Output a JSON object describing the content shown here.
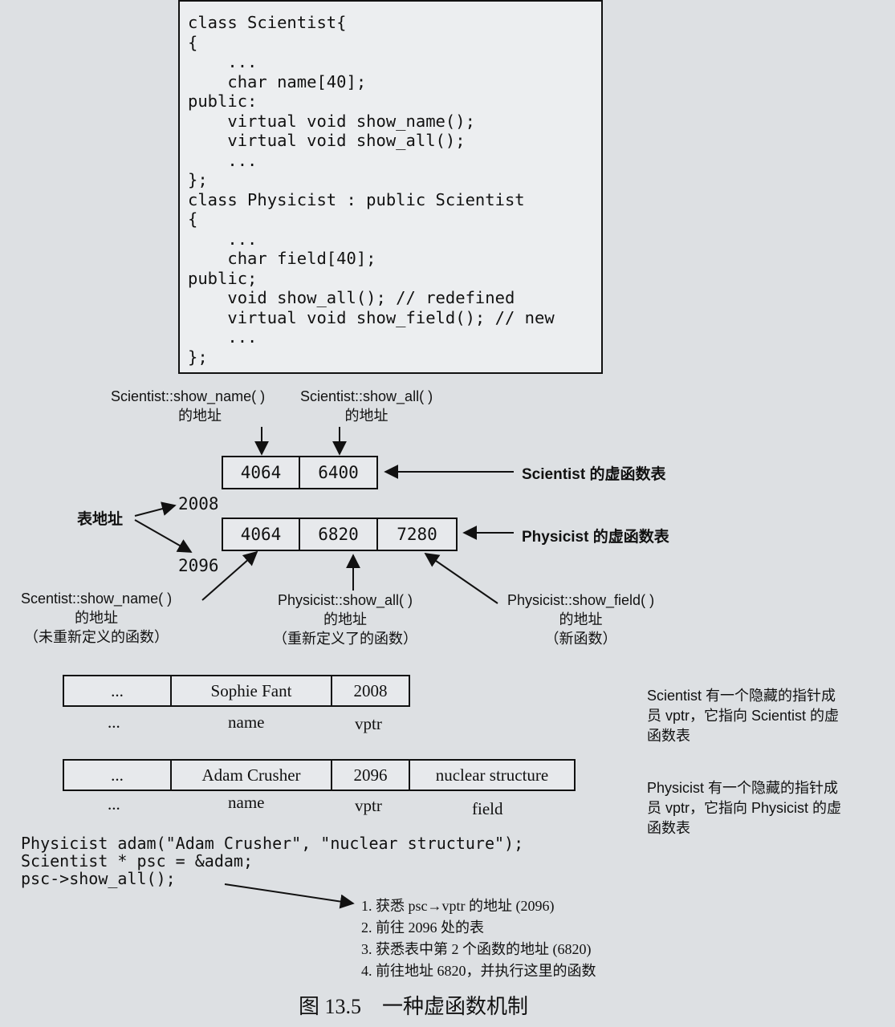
{
  "code_top": {
    "lines": [
      "class Scientist{",
      "{",
      "    ...",
      "    char name[40];",
      "public:",
      "    virtual void show_name();",
      "    virtual void show_all();",
      "    ...",
      "};",
      "class Physicist : public Scientist",
      "{",
      "    ...",
      "    char field[40];",
      "public;",
      "    void show_all(); // redefined",
      "    virtual void show_field(); // new",
      "    ...",
      "};"
    ]
  },
  "vtables": {
    "top_label_1": "Scientist::show_name( )",
    "top_label_1b": "的地址",
    "top_label_2": "Scientist::show_all( )",
    "top_label_2b": "的地址",
    "scientist_cells": [
      "4064",
      "6400"
    ],
    "scientist_label": "Scientist 的虚函数表",
    "physicist_cells": [
      "4064",
      "6820",
      "7280"
    ],
    "physicist_label": "Physicist 的虚函数表",
    "table_address_label": "表地址",
    "addr_scientist": "2008",
    "addr_physicist": "2096",
    "bottom_label_1": [
      "Scentist::show_name( )",
      "的地址",
      "（未重新定义的函数）"
    ],
    "bottom_label_2": [
      "Physicist::show_all( )",
      "的地址",
      "（重新定义了的函数）"
    ],
    "bottom_label_3": [
      "Physicist::show_field( )",
      "的地址",
      "（新函数）"
    ]
  },
  "objects": {
    "sophie": {
      "cells": [
        "...",
        "Sophie Fant",
        "2008"
      ],
      "labels": [
        "...",
        "name",
        "vptr"
      ]
    },
    "adam": {
      "cells": [
        "...",
        "Adam Crusher",
        "2096",
        "nuclear structure"
      ],
      "labels": [
        "...",
        "name",
        "vptr",
        "field"
      ]
    },
    "note_scientist": [
      "Scientist 有一个隐藏的指针成",
      "员 vptr，它指向 Scientist 的虚",
      "函数表"
    ],
    "note_physicist": [
      "Physicist 有一个隐藏的指针成",
      "员 vptr，它指向 Physicist 的虚",
      "函数表"
    ]
  },
  "code_bottom": {
    "lines": [
      "Physicist adam(\"Adam Crusher\", \"nuclear structure\");",
      "Scientist * psc = &adam;",
      "psc->show_all();"
    ]
  },
  "steps": [
    "1. 获悉 psc→vptr 的地址 (2096)",
    "2. 前往 2096 处的表",
    "3. 获悉表中第 2 个函数的地址 (6820)",
    "4. 前往地址 6820，并执行这里的函数"
  ],
  "caption": "图 13.5    一种虚函数机制"
}
